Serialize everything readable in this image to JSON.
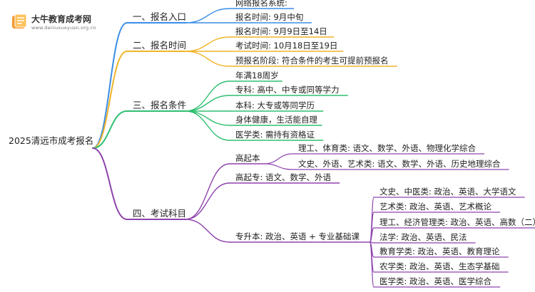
{
  "logo": {
    "name": "大牛教育成考网",
    "site": "www.daniuxueyuan.org.cn",
    "colors": {
      "orange": "#f29a2e",
      "blue": "#3b7dd8"
    }
  },
  "root": "2025清远市成考报名",
  "branches": [
    {
      "title": "一、报名入口",
      "color": "#3a8ee6",
      "items": [
        "网络报名系统:",
        "报名时间: 9月中旬"
      ]
    },
    {
      "title": "二、报名时间",
      "color": "#f0b429",
      "items": [
        "报名时间: 9月9日至14日",
        "考试时间: 10月18日至19日",
        "预报名阶段: 符合条件的考生可提前预报名"
      ]
    },
    {
      "title": "三、报名条件",
      "color": "#2fbf71",
      "items": [
        "年满18周岁",
        "专科: 高中、中专或同等学力",
        "本科: 大专或等同学历",
        "身体健康，生活能自理",
        "医学类: 需持有资格证"
      ]
    },
    {
      "title": "四、考试科目",
      "color": "#8e44ad",
      "items": [
        {
          "label": "高起本",
          "children": [
            "理工、体育类: 语文、数学、外语、物理化学综合",
            "文史、外语、艺术类: 语文、数学、外语、历史地理综合"
          ]
        },
        {
          "label": "高起专: 语文、数学、外语",
          "children": []
        },
        {
          "label": "专升本: 政治、英语 + 专业基础课",
          "children": [
            "文史、中医类: 政治、英语、大学语文",
            "艺术类: 政治、英语、艺术概论",
            "理工、经济管理类: 政治、英语、高数（二）",
            "法学: 政治、英语、民法",
            "教育学类: 政治、英语、教育理论",
            "农学类: 政治、英语、生态学基础",
            "医学类: 政治、英语、医学综合"
          ]
        }
      ]
    }
  ]
}
